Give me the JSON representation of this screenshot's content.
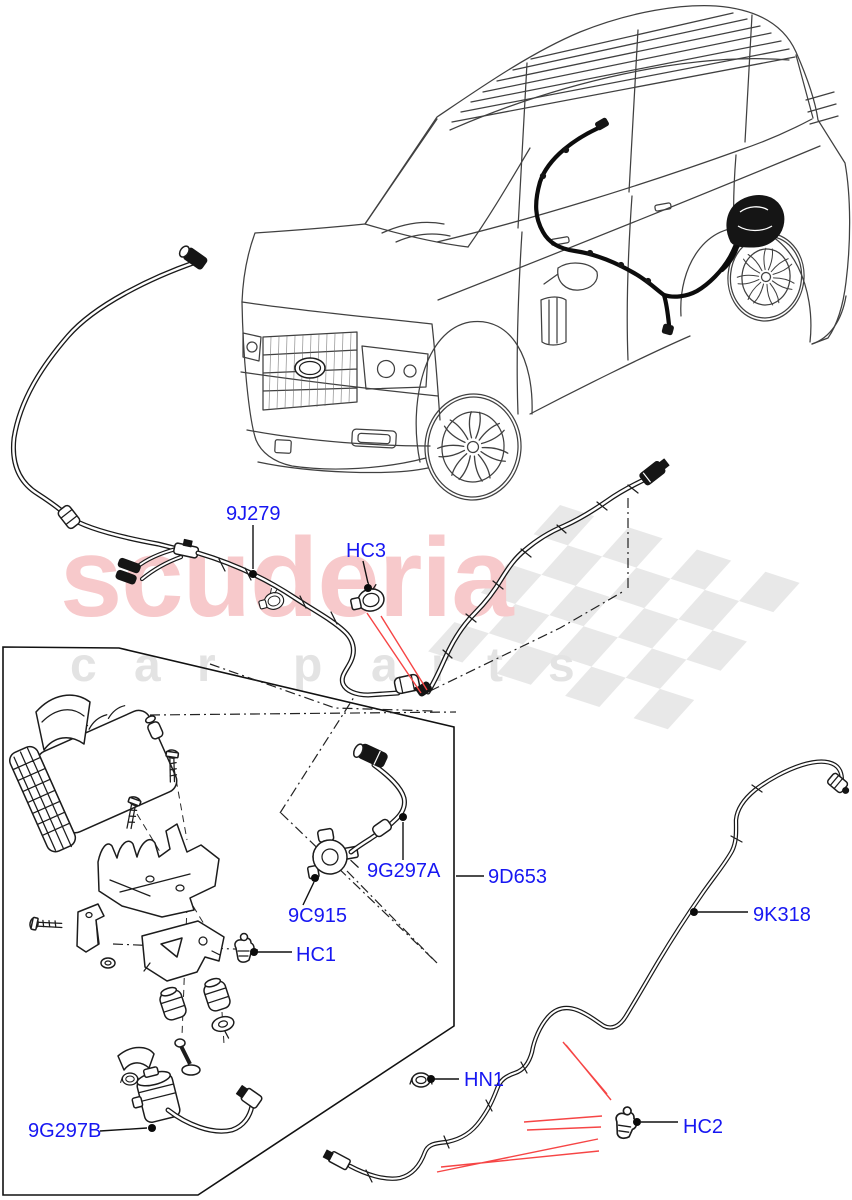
{
  "watermark": {
    "brand": "scuderia",
    "tagline": [
      "c",
      "a",
      "r",
      "p",
      "a",
      "r",
      "t",
      "s"
    ]
  },
  "part_labels": [
    {
      "code": "9J279"
    },
    {
      "code": "HC3"
    },
    {
      "code": "9G297A"
    },
    {
      "code": "9D653"
    },
    {
      "code": "9C915"
    },
    {
      "code": "HC1"
    },
    {
      "code": "9K318"
    },
    {
      "code": "9G297B"
    },
    {
      "code": "HN1"
    },
    {
      "code": "HC2"
    }
  ],
  "colors": {
    "label_blue": "#1717f2",
    "leader_red": "#f64545",
    "line_black": "#1c1c1c",
    "watermark_pink": "#f7c9cb",
    "watermark_gray": "#e3e3e3",
    "flag_gray": "#d9d9d9"
  }
}
